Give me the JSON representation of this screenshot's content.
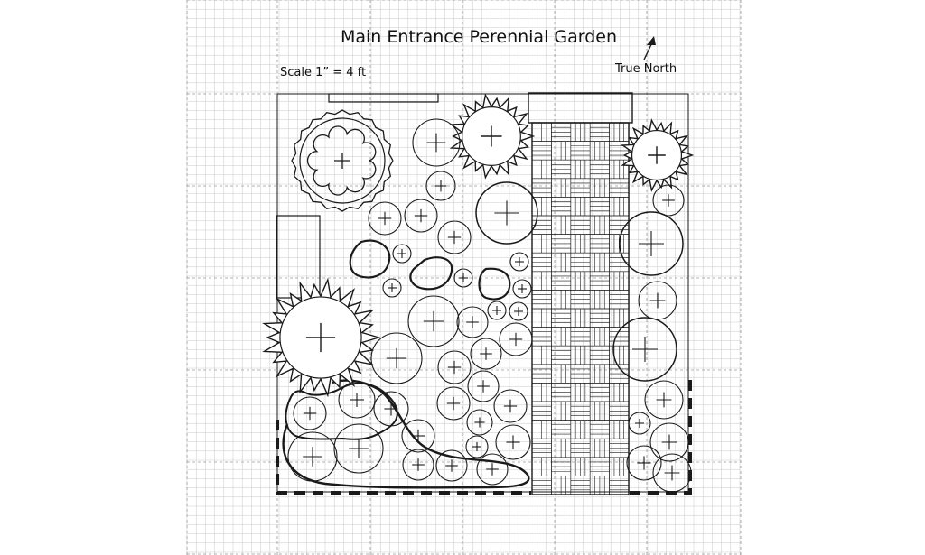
{
  "title": "Main Entrance Perennial Garden",
  "scale_label": "Scale 1” = 4 ft",
  "north_label": "True North",
  "colors": {
    "ink": "#1a1a1a",
    "grid_minor": "#c9c9c9",
    "grid_major": "#9a9a9a",
    "paper": "#ffffff"
  },
  "icons": {
    "north_arrow": "arrow-up-right-icon",
    "plant_marker": "plus-icon"
  }
}
